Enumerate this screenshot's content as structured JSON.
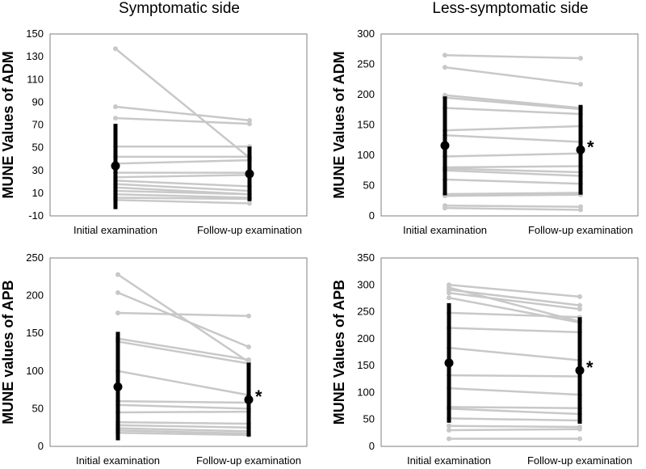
{
  "headers": {
    "left": "Symptomatic side",
    "right": "Less-symptomatic side"
  },
  "chart_data": [
    {
      "type": "line",
      "id": "sym-adm",
      "title": "",
      "ylabel": "MUNE Values of ADM",
      "categories": [
        "Initial examination",
        "Follow-up examination"
      ],
      "ylim": [
        -10,
        150
      ],
      "yticks": [
        -10,
        10,
        30,
        50,
        70,
        90,
        110,
        130,
        150
      ],
      "individual_pairs": [
        [
          137,
          41
        ],
        [
          86,
          74
        ],
        [
          76,
          71
        ],
        [
          51,
          51
        ],
        [
          42,
          42
        ],
        [
          36,
          39
        ],
        [
          28,
          28
        ],
        [
          24,
          26
        ],
        [
          21,
          16
        ],
        [
          18,
          12
        ],
        [
          15,
          9
        ],
        [
          12,
          9
        ],
        [
          9,
          6
        ],
        [
          6,
          5
        ],
        [
          4,
          1
        ]
      ],
      "mean": [
        34,
        27
      ],
      "sd_low": [
        -4,
        3
      ],
      "sd_high": [
        71,
        51
      ],
      "significance": "",
      "line_color": "#c8c8c8",
      "mean_color": "#000000"
    },
    {
      "type": "line",
      "id": "less-adm",
      "title": "",
      "ylabel": "MUNE Values of ADM",
      "categories": [
        "Initial examination",
        "Follow-up examination"
      ],
      "ylim": [
        0,
        300
      ],
      "yticks": [
        0,
        50,
        100,
        150,
        200,
        250,
        300
      ],
      "individual_pairs": [
        [
          265,
          260
        ],
        [
          245,
          217
        ],
        [
          199,
          178
        ],
        [
          195,
          176
        ],
        [
          178,
          168
        ],
        [
          141,
          148
        ],
        [
          133,
          122
        ],
        [
          98,
          103
        ],
        [
          80,
          82
        ],
        [
          78,
          72
        ],
        [
          75,
          66
        ],
        [
          60,
          53
        ],
        [
          36,
          38
        ],
        [
          33,
          35
        ],
        [
          17,
          15
        ],
        [
          13,
          10
        ]
      ],
      "mean": [
        116,
        109
      ],
      "sd_low": [
        34,
        35
      ],
      "sd_high": [
        197,
        183
      ],
      "significance": "*",
      "line_color": "#c8c8c8",
      "mean_color": "#000000"
    },
    {
      "type": "line",
      "id": "sym-apb",
      "title": "",
      "ylabel": "MUNE values of APB",
      "categories": [
        "Initial examination",
        "Follow-up examination"
      ],
      "ylim": [
        0,
        250
      ],
      "yticks": [
        0,
        50,
        100,
        150,
        200,
        250
      ],
      "individual_pairs": [
        [
          228,
          112
        ],
        [
          204,
          132
        ],
        [
          177,
          173
        ],
        [
          143,
          115
        ],
        [
          139,
          110
        ],
        [
          100,
          68
        ],
        [
          60,
          58
        ],
        [
          55,
          50
        ],
        [
          45,
          46
        ],
        [
          32,
          30
        ],
        [
          28,
          25
        ],
        [
          24,
          20
        ],
        [
          21,
          17
        ],
        [
          18,
          15
        ]
      ],
      "mean": [
        79,
        62
      ],
      "sd_low": [
        8,
        13
      ],
      "sd_high": [
        152,
        111
      ],
      "significance": "*",
      "line_color": "#c8c8c8",
      "mean_color": "#000000"
    },
    {
      "type": "line",
      "id": "less-apb",
      "title": "",
      "ylabel": "MUNE Values of APB",
      "categories": [
        "Initial examination",
        "Follow-up examination"
      ],
      "ylim": [
        0,
        350
      ],
      "yticks": [
        0,
        50,
        100,
        150,
        200,
        250,
        300,
        350
      ],
      "individual_pairs": [
        [
          300,
          278
        ],
        [
          295,
          232
        ],
        [
          291,
          262
        ],
        [
          285,
          255
        ],
        [
          276,
          230
        ],
        [
          248,
          240
        ],
        [
          220,
          212
        ],
        [
          183,
          160
        ],
        [
          132,
          130
        ],
        [
          108,
          96
        ],
        [
          73,
          71
        ],
        [
          70,
          60
        ],
        [
          52,
          48
        ],
        [
          38,
          36
        ],
        [
          30,
          32
        ],
        [
          14,
          14
        ]
      ],
      "mean": [
        155,
        141
      ],
      "sd_low": [
        44,
        42
      ],
      "sd_high": [
        266,
        240
      ],
      "significance": "*",
      "line_color": "#c8c8c8",
      "mean_color": "#000000"
    }
  ]
}
